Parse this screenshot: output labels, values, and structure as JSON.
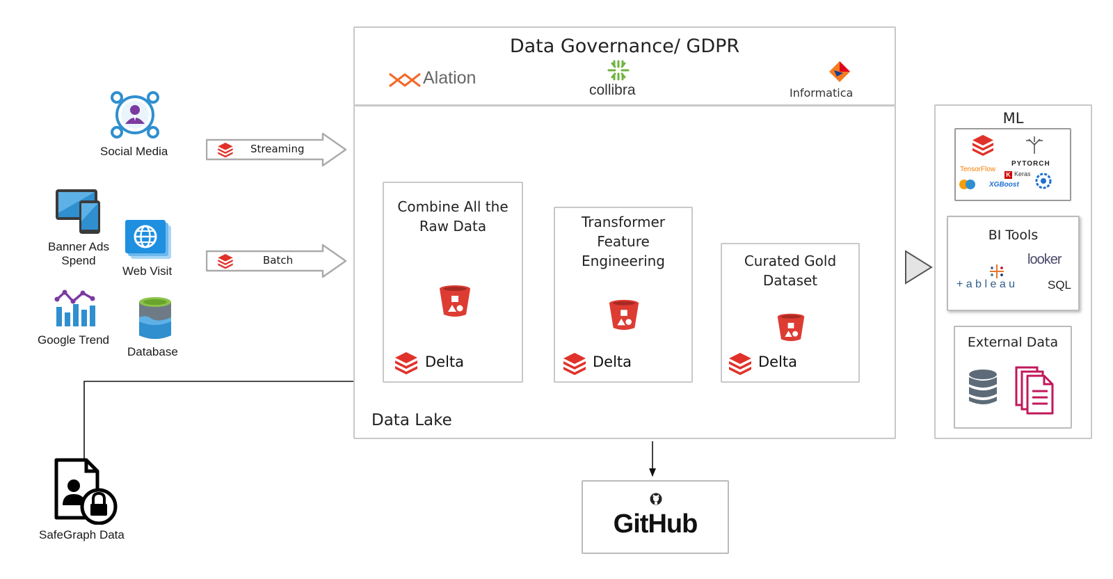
{
  "governance": {
    "title": "Data Governance/ GDPR",
    "tools": {
      "alation": "Alation",
      "collibra": "collibra",
      "informatica": "Informatica"
    }
  },
  "sources": {
    "social_media": "Social Media",
    "banner_ads": "Banner Ads\nSpend",
    "web_visit": "Web Visit",
    "google_trend": "Google Trend",
    "database": "Database",
    "safegraph": "SafeGraph Data"
  },
  "ingest": {
    "streaming": "Streaming",
    "batch": "Batch"
  },
  "lake": {
    "label": "Data Lake",
    "stages": [
      {
        "title": "Combine All the\nRaw Data",
        "format": "Delta"
      },
      {
        "title": "Transformer\nFeature Engineering",
        "format": "Delta"
      },
      {
        "title": "Curated Gold\nDataset",
        "format": "Delta"
      }
    ]
  },
  "outputs": {
    "ml": {
      "title": "ML",
      "logos": {
        "pytorch": "PYTORCH",
        "tensorflow": "TensorFlow",
        "keras": "Keras",
        "xgboost": "XGBoost"
      }
    },
    "bi": {
      "title": "BI Tools",
      "logos": {
        "looker": "looker",
        "tableau": "+ a b l e a u",
        "sql": "SQL"
      }
    },
    "external": {
      "title": "External Data"
    }
  },
  "github": {
    "label": "GitHub"
  },
  "colors": {
    "delta_red": "#e0322a",
    "bucket_red": "#dd3c33",
    "alation_orange": "#f26b2a",
    "collibra_green": "#6cb33e",
    "tableau_blue": "#2d5d8b"
  }
}
